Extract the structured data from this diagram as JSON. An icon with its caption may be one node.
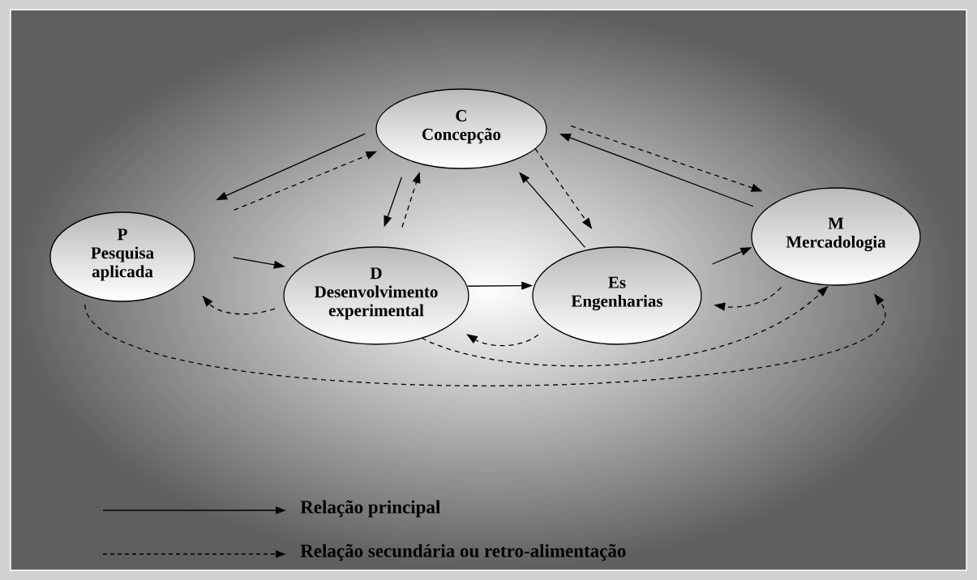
{
  "diagram": {
    "nodes": [
      {
        "text": [
          "C",
          "Concepção"
        ]
      },
      {
        "text": [
          "P",
          "Pesquisa aplicada"
        ]
      },
      {
        "text": [
          "D",
          "Desenvolvimento experimental"
        ]
      },
      {
        "text": [
          "Es",
          "Engenharias"
        ]
      },
      {
        "text": [
          "M",
          "Mercadologia"
        ]
      }
    ],
    "edges": [
      {
        "from": 0,
        "to": 1,
        "arrow": "to"
      },
      {
        "from": 1,
        "to": 0,
        "arrow": "to",
        "style": "dashed"
      },
      {
        "from": 0,
        "to": 2,
        "arrow": "to"
      },
      {
        "from": 2,
        "to": 0,
        "arrow": "to",
        "style": "dashed"
      },
      {
        "from": 3,
        "to": 0,
        "arrow": "to"
      },
      {
        "from": 0,
        "to": 3,
        "arrow": "to",
        "style": "dashed"
      },
      {
        "from": 4,
        "to": 0,
        "arrow": "to"
      },
      {
        "from": 0,
        "to": 4,
        "arrow": "to",
        "style": "dashed"
      },
      {
        "from": 1,
        "to": 2,
        "arrow": "to"
      },
      {
        "from": 2,
        "to": 1,
        "arrow": "to",
        "style": "dashed"
      },
      {
        "from": 2,
        "to": 3,
        "arrow": "to"
      },
      {
        "from": 3,
        "to": 2,
        "arrow": "to",
        "style": "dashed"
      },
      {
        "from": 3,
        "to": 4,
        "arrow": "to"
      },
      {
        "from": 4,
        "to": 3,
        "arrow": "to",
        "style": "dashed"
      },
      {
        "from": 2,
        "to": 4,
        "arrow": "to",
        "style": "dashed"
      },
      {
        "from": 1,
        "to": 4,
        "arrow": "to",
        "style": "dashed"
      }
    ],
    "legend": [
      {
        "text": "Relação principal"
      },
      {
        "text": "Relação secundária ou retro-alimentação"
      }
    ]
  }
}
